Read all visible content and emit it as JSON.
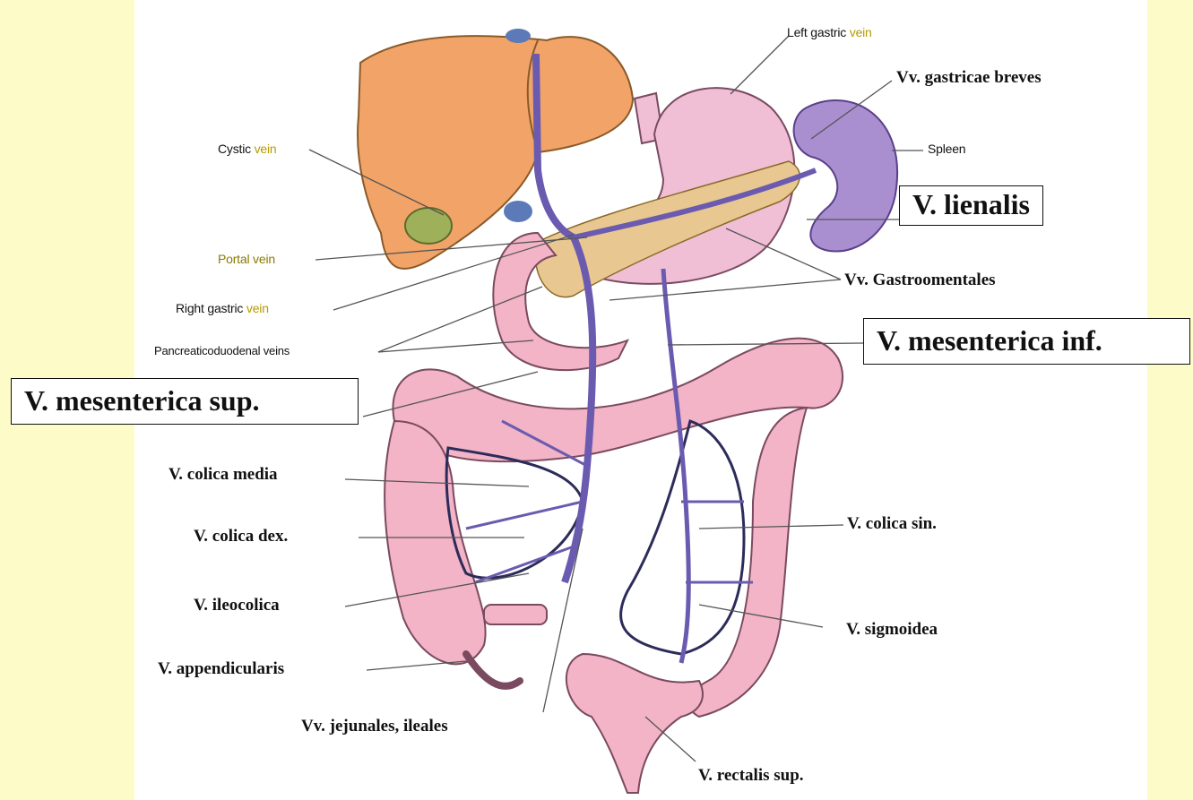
{
  "labels": {
    "left_gastric": {
      "main": "Left gastric ",
      "hl": "vein"
    },
    "vv_gastricae_breves": "Vv. gastricae breves",
    "spleen": "Spleen",
    "cystic": {
      "main": "Cystic ",
      "hl": "vein"
    },
    "v_lienalis": "V. lienalis",
    "portal": {
      "main": "Portal vein"
    },
    "right_gastric": {
      "main": "Right gastric ",
      "hl": "vein"
    },
    "vv_gastroomentales": "Vv. Gastroomentales",
    "pancreaticoduodenal": "Pancreaticoduodenal veins",
    "v_mesenterica_inf": "V. mesenterica inf.",
    "v_mesenterica_sup": "V. mesenterica sup.",
    "v_colica_media": "V. colica media",
    "v_colica_dex": "V. colica dex.",
    "v_colica_sin": "V. colica sin.",
    "v_ileocolica": "V. ileocolica",
    "v_sigmoidea": "V. sigmoidea",
    "v_appendicularis": "V. appendicularis",
    "vv_jejunales_ileales": "Vv. jejunales, ileales",
    "v_rectalis_sup": "V. rectalis sup."
  },
  "colors": {
    "background": "#fdfcc8",
    "panel": "#ffffff",
    "liver": "#f2a468",
    "gallbladder": "#9fb05a",
    "stomach": "#f0bfd6",
    "spleen": "#a98fd0",
    "colon": "#f2b4c6",
    "vein": "#6b5bb0",
    "highlight_text": "#b49a00"
  }
}
